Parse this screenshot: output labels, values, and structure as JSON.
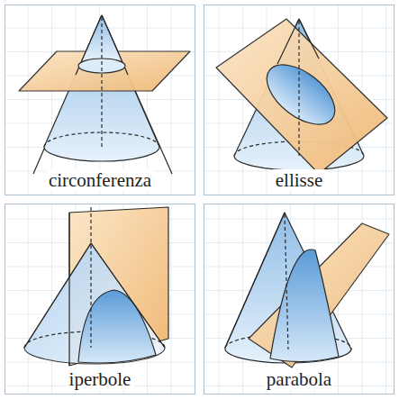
{
  "diagram": {
    "nodes": [
      {
        "text": [
          "circonferenza"
        ]
      },
      {
        "text": [
          "ellisse"
        ]
      },
      {
        "text": [
          "iperbole"
        ]
      },
      {
        "text": [
          "parabola"
        ]
      }
    ]
  }
}
